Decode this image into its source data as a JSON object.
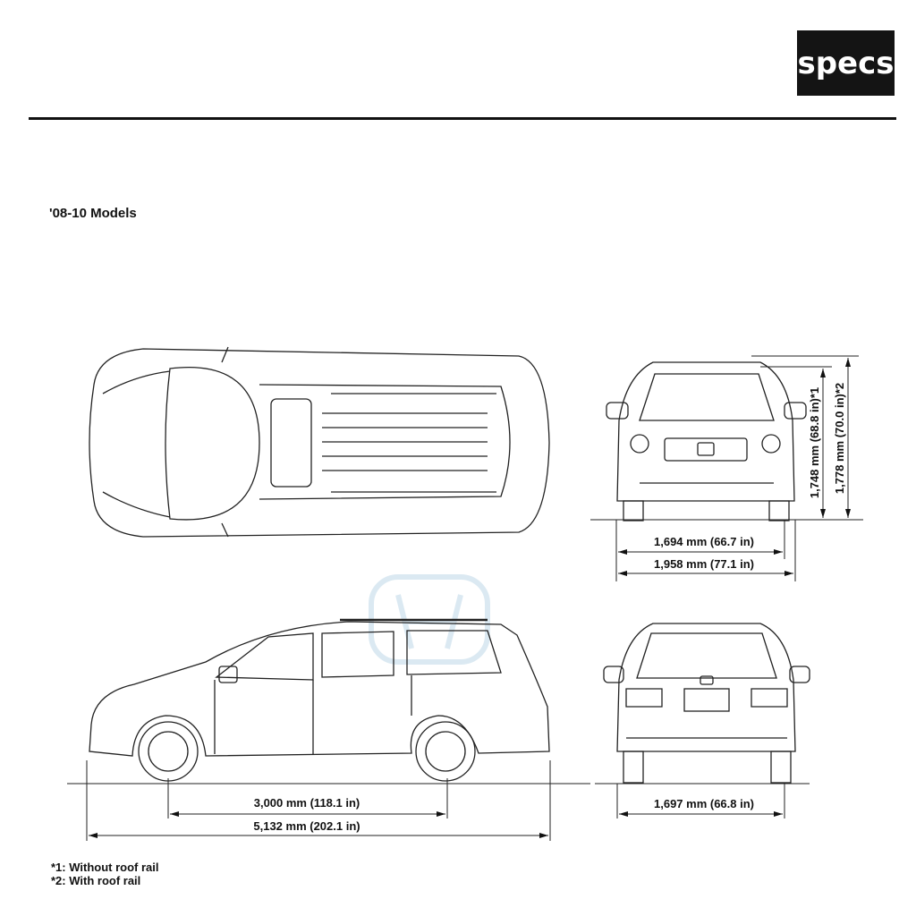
{
  "header": {
    "badge": "specs"
  },
  "section_title": "'08-10 Models",
  "watermark": "HONDA",
  "dimensions": {
    "front_track": "1,694 mm (66.7 in)",
    "overall_width": "1,958 mm (77.1 in)",
    "height_without_rail": "1,748 mm (68.8 in)*1",
    "height_with_rail": "1,778 mm (70.0 in)*2",
    "wheelbase": "3,000 mm (118.1 in)",
    "overall_length": "5,132 mm (202.1 in)",
    "rear_track": "1,697 mm (66.8 in)"
  },
  "footnotes": [
    "*1: Without roof rail",
    "*2: With roof rail"
  ]
}
